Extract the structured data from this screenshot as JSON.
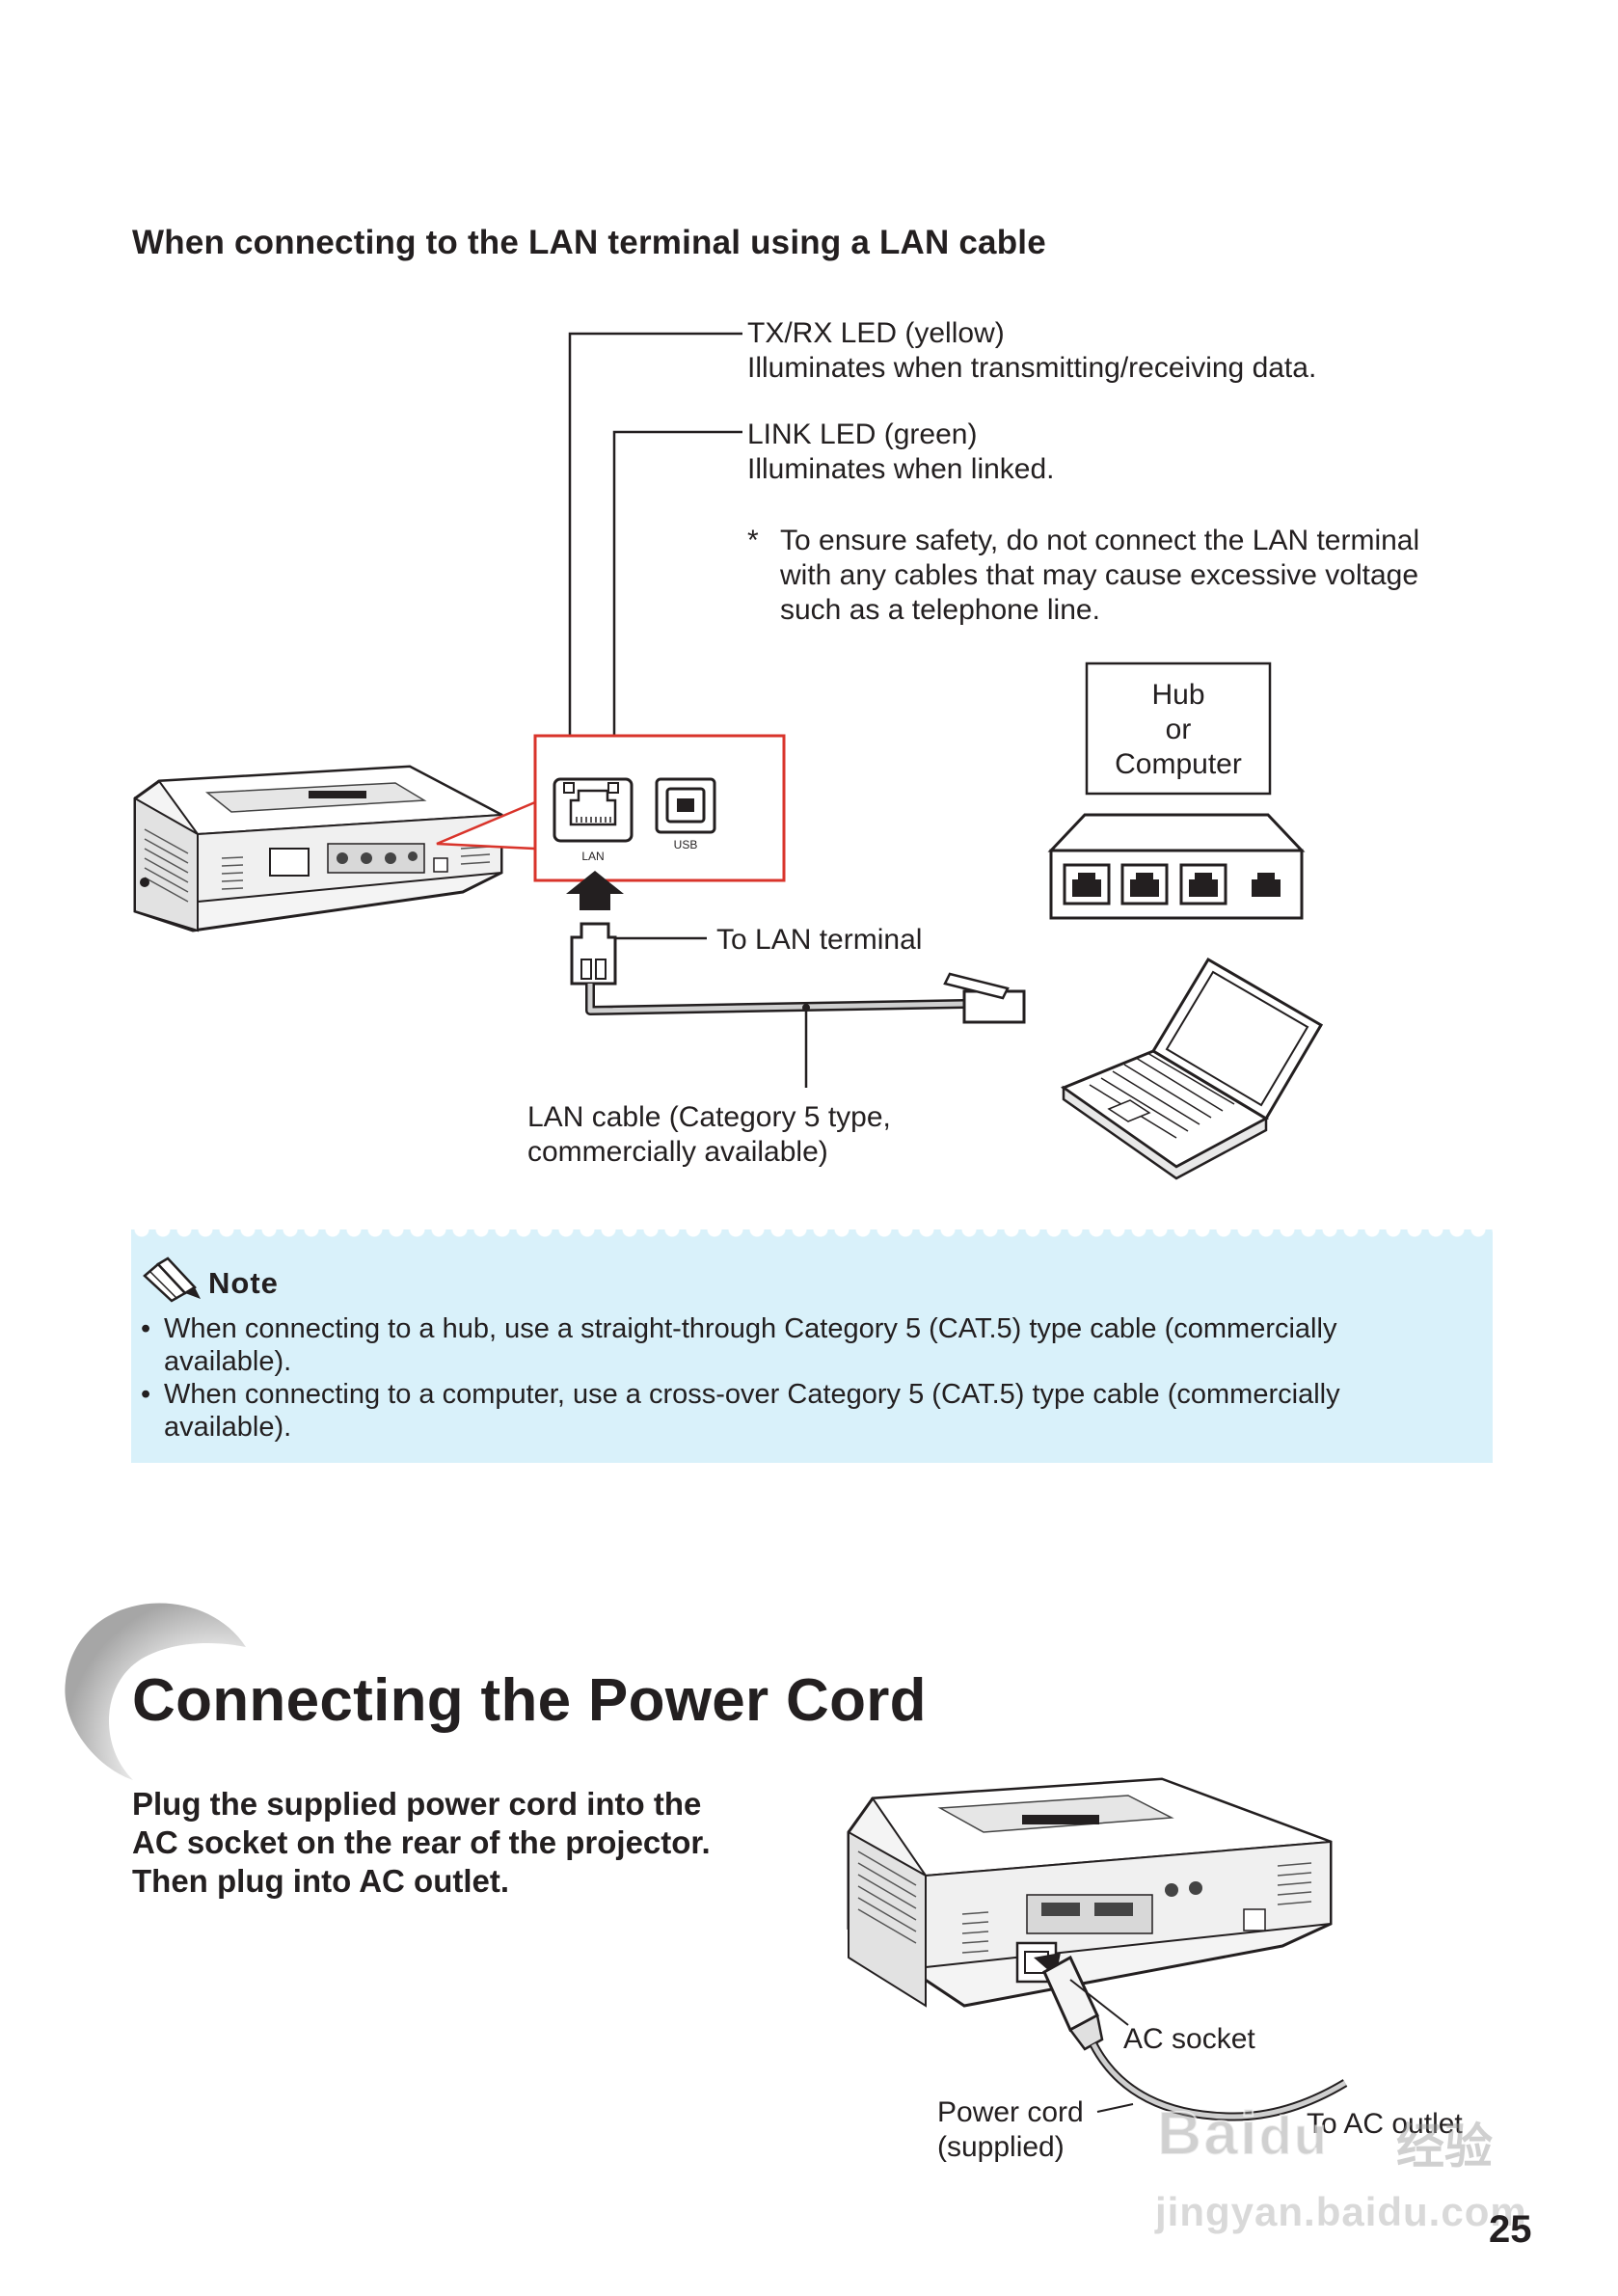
{
  "lan_section": {
    "heading": "When connecting to the LAN terminal using a LAN cable",
    "txrx_led_title": "TX/RX LED (yellow)",
    "txrx_led_desc": "Illuminates when transmitting/receiving data.",
    "link_led_title": "LINK LED (green)",
    "link_led_desc": "Illuminates when linked.",
    "safety_mark": "*",
    "safety_note_lines": [
      "To ensure safety, do not connect the LAN terminal",
      "with any cables that may cause excessive voltage",
      "such as a telephone line."
    ],
    "hub_lines": [
      "Hub",
      "or",
      "Computer"
    ],
    "port_lan": "LAN",
    "port_usb": "USB",
    "to_lan_terminal": "To LAN terminal",
    "lan_cable_lines": [
      "LAN cable (Category 5 type,",
      "commercially available)"
    ]
  },
  "note": {
    "title": "Note",
    "items": [
      {
        "line1": "When connecting to a hub, use a straight-through Category 5 (CAT.5) type cable (commercially",
        "line2": "available)."
      },
      {
        "line1": "When connecting to a computer, use a cross-over Category 5 (CAT.5) type cable (commercially",
        "line2": "available)."
      }
    ]
  },
  "power_section": {
    "title": "Connecting the Power Cord",
    "intro_lines": [
      "Plug the supplied power cord into the",
      "AC socket on the rear of the projector.",
      "Then plug into AC outlet."
    ],
    "ac_socket": "AC socket",
    "power_cord_lines": [
      "Power cord",
      "(supplied)"
    ],
    "to_ac_outlet": "To AC outlet"
  },
  "watermark": {
    "brand": "Bai",
    "brand2": "du",
    "sub": "经验",
    "url": "jingyan.baidu.com"
  },
  "page_number": "25",
  "colors": {
    "red_frame": "#d9342b",
    "note_bg": "#d9f1fa",
    "text": "#231f20"
  }
}
